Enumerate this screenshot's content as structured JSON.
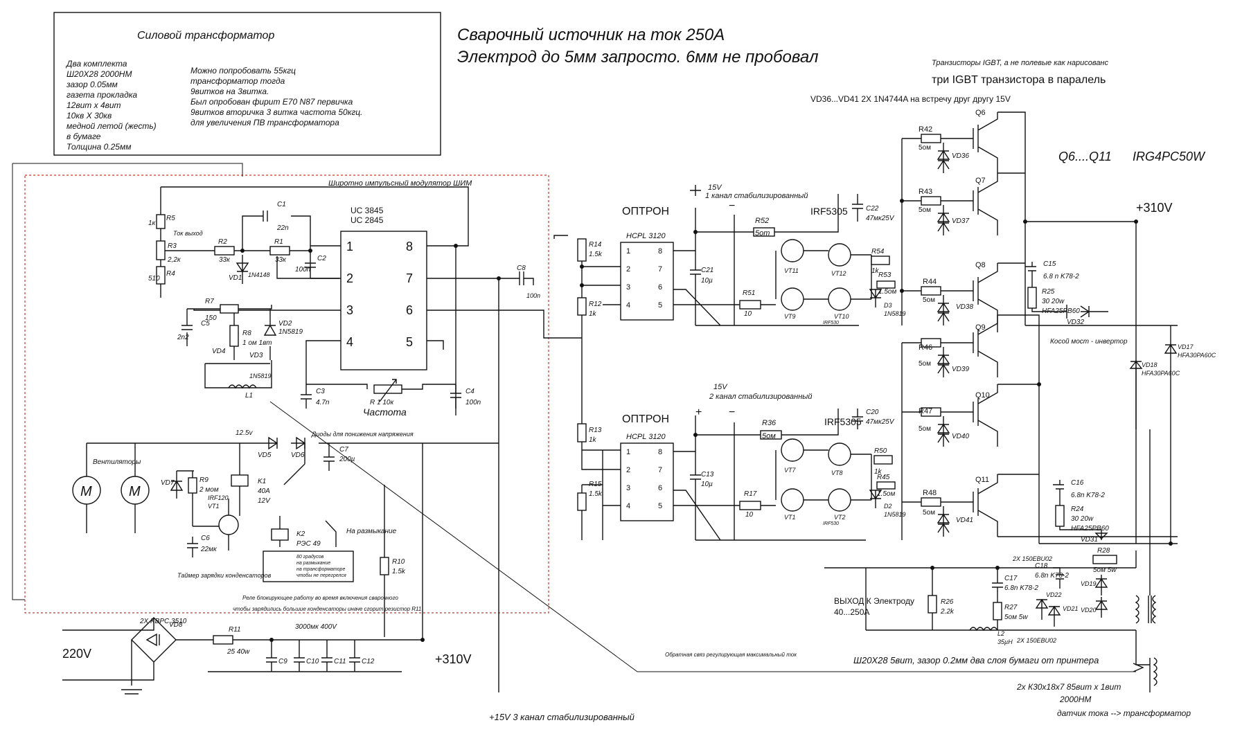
{
  "title": {
    "line1": "Сварочный источник на ток 250А",
    "line2": "Электрод до 5мм запросто. 6мм не пробовал"
  },
  "transformer_note": {
    "heading": "Силовой трансформатор",
    "left_lines": [
      "Два комплекта",
      "Ш20Х28  2000НМ",
      "зазор 0.05мм",
      "газета прокладка",
      "12вит х 4вит",
      "10кв Х 30кв",
      "медной летой (жесть)",
      "в бумаге",
      "Толщина 0.25мм"
    ],
    "right_lines": [
      "Можно попробовать 55кгц",
      "трансформатор тогда",
      "9витков на 3витка.",
      "Был опробован фирит Е70 N87 первичка",
      "9витков вторичка 3 витка частота 50кгц.",
      "для увеличения ПВ трансформатора"
    ]
  },
  "top_right_notes": {
    "igbt_note": "Транзисторы IGBT, а не полевые как нарисованс",
    "igbt_parallel": "три IGBT транзистора в паралель",
    "zener_note": "VD36...VD41  2X 1N4744A на встречу друг другу 15V",
    "q_range": "Q6....Q11",
    "q_part": "IRG4PC50W",
    "plus310": "+310V"
  },
  "pwm": {
    "block_label": "Широтно импульсный модулятор ШИМ",
    "ic1": "UC 3845",
    "ic2": "UC 2845",
    "pins": [
      "1",
      "2",
      "3",
      "4",
      "8",
      "7",
      "6",
      "5"
    ],
    "freq_label": "Частота"
  },
  "labels": {
    "r5": "R5",
    "r5v": "1к",
    "tok_vyhod": "Ток выход",
    "r3": "R3",
    "r3v": "2,2к",
    "r4": "R4",
    "r4v": "510",
    "r2": "R2",
    "r2v": "33к",
    "r1": "R1",
    "r1v": "33к",
    "c1": "C1",
    "c1v": "22n",
    "c2": "C2",
    "c2v": "100n",
    "vd1": "VD1",
    "vd1v": "1N4148",
    "r7": "R7",
    "r7v": "150",
    "c5": "C5",
    "c5v": "2n2",
    "r8": "R8",
    "r8v": "1 ом 1вт",
    "vd2": "VD2",
    "vd2v": "1N5819",
    "vd3": "VD3",
    "vd3v": "1N5819",
    "vd4": "VD4",
    "l1": "L1",
    "c3": "C3",
    "c3v": "4.7n",
    "r1freq": "R 1 10к",
    "c4": "C4",
    "c4v": "100n",
    "c8": "C8",
    "c8v": "100n",
    "v125": "12.5v",
    "vd5": "VD5",
    "vd6": "VD6",
    "diode_note": "Диоды для понижения напряжения",
    "c7": "C7",
    "c7v": "200µ",
    "fans": "Вентиляторы",
    "motor": "M",
    "vd7": "VD7",
    "r9": "R9",
    "r9v": "2 мом",
    "irf120": "IRF120",
    "vt1": "VT1",
    "k1": "K1",
    "k1v": "40A",
    "k1v2": "12V",
    "c6": "C6",
    "c6v": "22мк",
    "k2": "K2",
    "k2v": "РЭС 49",
    "razmyk": "На размыкание",
    "timer": "Таймер зарядки конденсаторов",
    "r10": "R10",
    "r10v": "1.5k",
    "relay_note1": "80 градусов",
    "relay_note2": "на размыкание",
    "relay_note3": "на трансформаторе",
    "relay_note4": "чтобы не перегрелся",
    "block_note1": "Реле блокирующее работу во время включения сварочного",
    "block_note2": "чтобы зарядились большие конденсаторы иначе сгорит резистор R11",
    "kbpc": "2X KBPC 3510",
    "vd8": "VD8",
    "v220": "220V",
    "r11": "R11",
    "r11v": "25  40w",
    "caps_note": "3000мк 400V",
    "c9": "C9",
    "c10": "C10",
    "c11": "C11",
    "c12": "C12",
    "plus310b": "+310V",
    "plus15_3": "+15V 3 канал стабилизированный",
    "feedback_note": "Обратная связ регулирующая максимальный ток",
    "optron": "ОПТРОН",
    "hcpl": "HCPL 3120",
    "r14": "R14",
    "r14v": "1.5k",
    "r12": "R12",
    "r12v": "1k",
    "r13": "R13",
    "r13v": "1k",
    "r15": "R15",
    "r15v": "1.5k",
    "v15_1": "15V",
    "ch1": "1 канал стабилизированный",
    "v15_2": "15V",
    "ch2": "2 канал стабилизированный",
    "c21": "C21",
    "c21v": "10µ",
    "c13": "C13",
    "c13v": "10µ",
    "r52": "R52",
    "r52v": "5om",
    "r36": "R36",
    "r36v": "5ом",
    "r51": "R51",
    "r51v": "10",
    "r17": "R17",
    "r17v": "10",
    "irf5305": "IRF5305",
    "irf5305b": "IRF5305",
    "c22": "C22",
    "c22v": "47мк25V",
    "c20": "C20",
    "c20v": "47мк25V",
    "vt11": "VT11",
    "vt12": "VT12",
    "vt9": "VT9",
    "vt10": "VT10",
    "vt7": "VT7",
    "vt8": "VT8",
    "vt1b": "VT1",
    "vt2": "VT2",
    "irf530": "IRF530",
    "irf530b": "IRF530",
    "r54": "R54",
    "r54v": "1k",
    "r53": "R53",
    "r53v": "1.5ом",
    "r50": "R50",
    "r50v": "1k",
    "r45": "R45",
    "r45v": "1.5ом",
    "d3": "D3",
    "d3v": "1N5819",
    "d2": "D2",
    "d2v": "1N5819",
    "r42": "R42",
    "r43": "R43",
    "r44": "R44",
    "r46": "R46",
    "r47": "R47",
    "r48": "R48",
    "ohm5": "5ом",
    "vd36": "VD36",
    "vd37": "VD37",
    "vd38": "VD38",
    "vd39": "VD39",
    "vd40": "VD40",
    "vd41": "VD41",
    "q6": "Q6",
    "q7": "Q7",
    "q8": "Q8",
    "q9": "Q9",
    "q10": "Q10",
    "q11": "Q11",
    "c15": "C15",
    "c15v": "6.8 n K78-2",
    "r25": "R25",
    "r25v": "30  20w",
    "hfa25a": "HFA25PB60",
    "vd32": "VD32",
    "c16": "C16",
    "c16v": "6.8n K78-2",
    "r24": "R24",
    "r24v": "30  20w",
    "hfa25b": "HFA25PB60",
    "vd31": "VD31",
    "kosoy": "Косой мост - инвертор",
    "vd17": "VD17",
    "vd17v": "HFA30PA60C",
    "vd18": "VD18",
    "vd18v": "HFA30PA60C",
    "ebu1": "2X 150EBU02",
    "ebu2": "2X 150EBU02",
    "c18": "C18",
    "c18v": "6.8n K78-2",
    "r28": "R28",
    "r28v": "5ом 5w",
    "vd19": "VD19",
    "vd20": "VD20",
    "vd21": "VD21",
    "vd22": "VD22",
    "c17": "C17",
    "c17v": "6.8n K78-2",
    "r27": "R27",
    "r27v": "5ом 5w",
    "r26": "R26",
    "r26v": "2.2k",
    "l2": "L2",
    "l2v": "35µH",
    "vyhod1": "ВЫХОД К Электроду",
    "vyhod2": "40...250А",
    "sh20": "Ш20Х28 5вит, зазор 0.2мм два слоя бумаги от принтера",
    "k30": "2х К30х18х7 85вит х 1вит",
    "nm2000": "2000НМ",
    "datchik": "датчик тока --> трансформатор"
  }
}
